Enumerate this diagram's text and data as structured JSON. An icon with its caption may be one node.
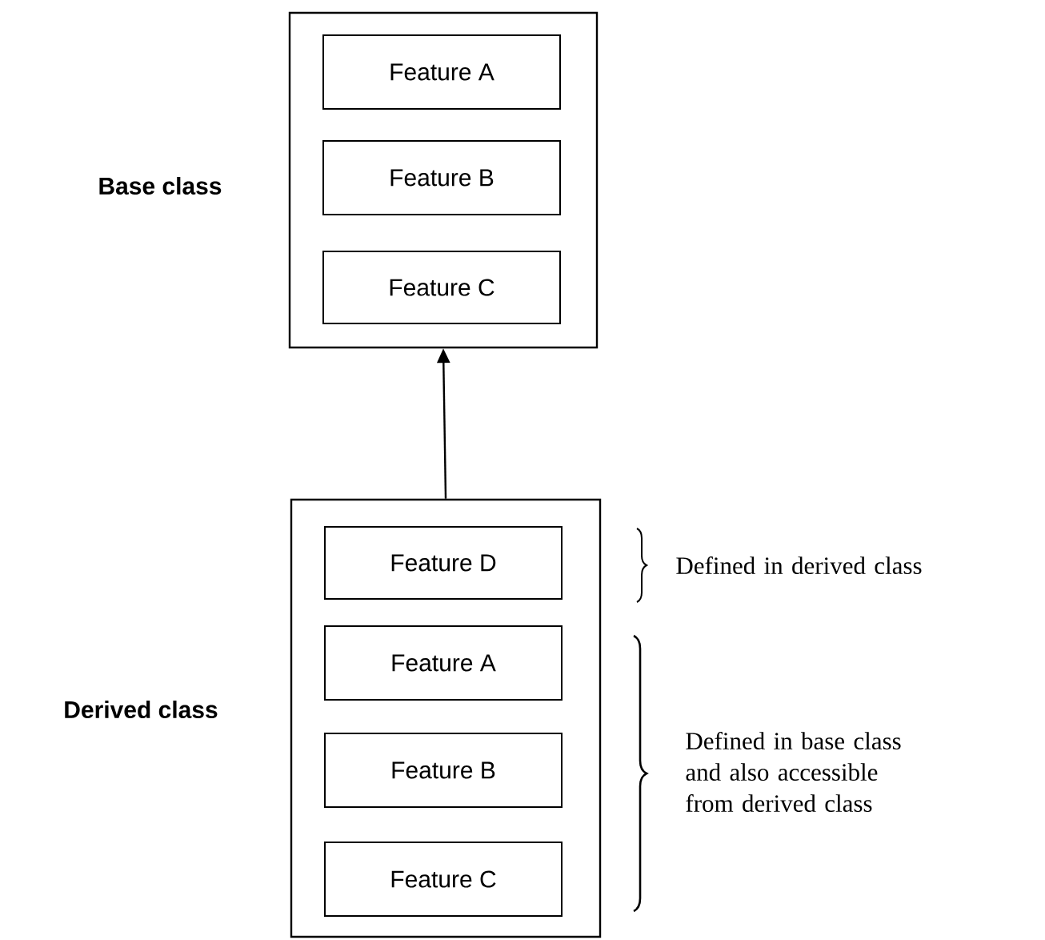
{
  "diagram": {
    "nodes": [
      {
        "text": [
          "Base class"
        ]
      },
      {
        "text": [
          "Feature A"
        ],
        "in": 0
      },
      {
        "text": [
          "Feature B"
        ],
        "in": 0
      },
      {
        "text": [
          "Feature C"
        ],
        "in": 0
      },
      {
        "text": [
          "Derived class"
        ]
      },
      {
        "text": [
          "Feature D"
        ],
        "in": 4
      },
      {
        "text": [
          "Feature A"
        ],
        "in": 4
      },
      {
        "text": [
          "Feature B"
        ],
        "in": 4
      },
      {
        "text": [
          "Feature C"
        ],
        "in": 4
      }
    ],
    "edges": [
      {
        "from": 4,
        "to": 0,
        "arrow": "to"
      }
    ],
    "labels": [
      "Defined in derived class",
      "Defined in base class and also accessible from derived class"
    ]
  }
}
